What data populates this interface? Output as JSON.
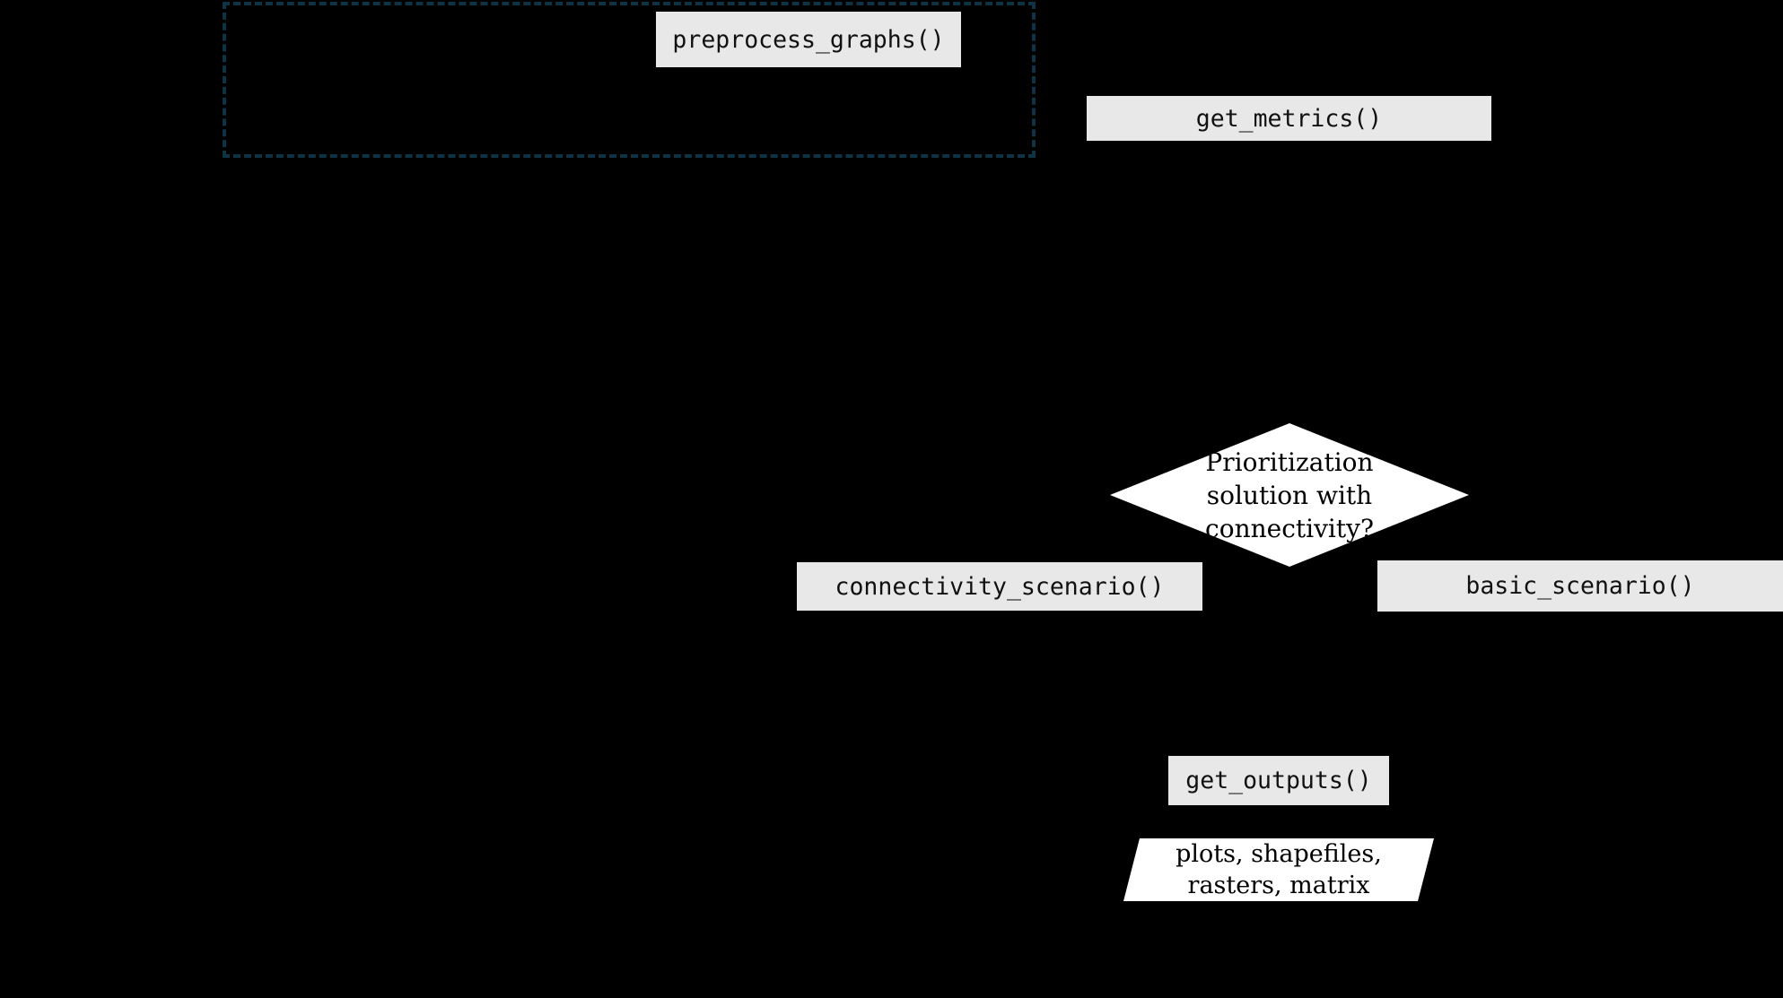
{
  "diagram": {
    "background_color": "#000000",
    "function_box_fill": "#e8e8e8",
    "function_box_text_color": "#111111",
    "shape_fill": "#ffffff",
    "shape_text_color": "#000000",
    "dashed_region_border_color": "#0f3344",
    "nodes": {
      "preprocess": {
        "label": "preprocess_graphs()"
      },
      "get_metrics": {
        "label": "get_metrics()"
      },
      "decision": {
        "line1": "Prioritization",
        "line2": "solution with",
        "line3": "connectivity?"
      },
      "connectivity_scenario": {
        "label": "connectivity_scenario()"
      },
      "basic_scenario": {
        "label": "basic_scenario()"
      },
      "get_outputs": {
        "label": "get_outputs()"
      },
      "outputs_io": {
        "line1": "plots, shapefiles,",
        "line2": "rasters, matrix"
      }
    }
  }
}
